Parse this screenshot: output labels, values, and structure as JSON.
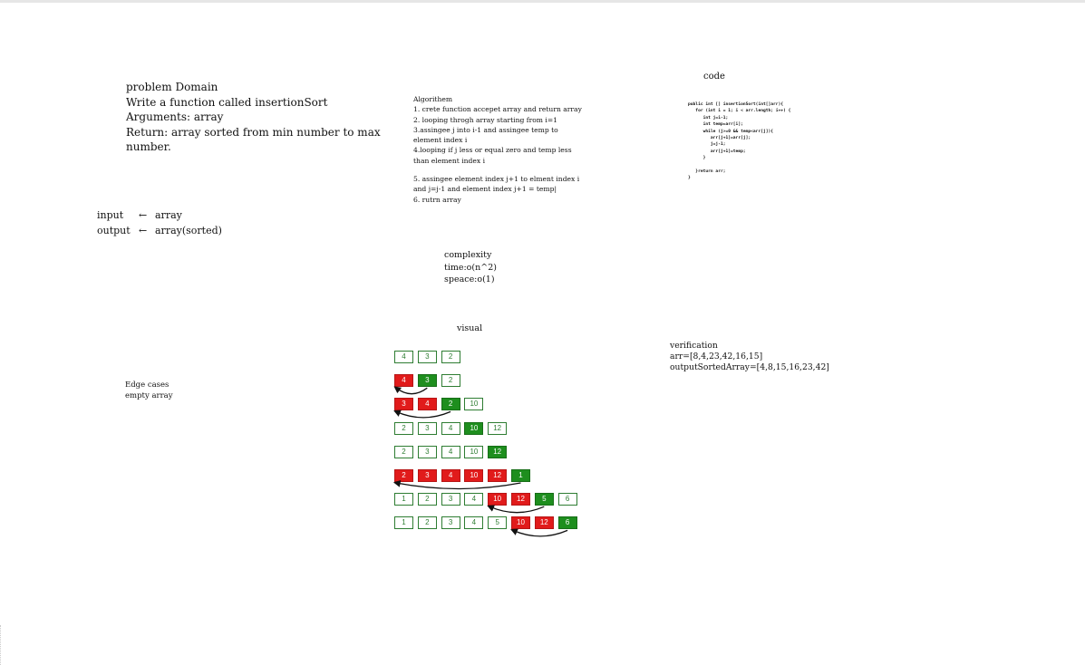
{
  "problem": {
    "title": "problem Domain",
    "task": "Write a function called insertionSort",
    "arguments": "Arguments: array",
    "returns": "Return: array sorted from min number to max number."
  },
  "io": {
    "input_label": "input",
    "input_value": "array",
    "output_label": "output",
    "output_value": "array(sorted)",
    "arrow": "←"
  },
  "algorithm": {
    "title": "Algorithem",
    "steps": [
      "1. crete function accepet array and return array",
      "2. looping throgh array starting from i=1",
      "3.assingee j into i-1 and assingee temp to",
      "element index i",
      "4.looping if j less or equal zero and temp less",
      "than element index i",
      "",
      "5. assingee element index j+1 to elment index i",
      "and j=j-1 and element index j+1 = temp|",
      "6. rutrn array"
    ]
  },
  "code": {
    "title": "code",
    "lines": [
      "public int [] insertionSort(int[]arr){",
      "   for (int i = 1; i < arr.length; i++) {",
      "      int j=i-1;",
      "      int temp=arr[i];",
      "      while (j>=0 && temp<arr[j]){",
      "         arr[j+1]=arr[j];",
      "         j=j-1;",
      "         arr[j+1]=temp;",
      "      }",
      "",
      "   }return arr;",
      "}"
    ]
  },
  "complexity": {
    "title": "complexity",
    "time": "time:o(n^2)",
    "space": "speace:o(1)"
  },
  "visual": {
    "title": "visual",
    "colors": {
      "red": "#e11b1b",
      "green": "#1e8e1e",
      "outline": "#2e7d32"
    },
    "rows": [
      [
        {
          "v": "4",
          "c": "white"
        },
        {
          "v": "3",
          "c": "white"
        },
        {
          "v": "2",
          "c": "white"
        }
      ],
      [
        {
          "v": "4",
          "c": "red"
        },
        {
          "v": "3",
          "c": "green"
        },
        {
          "v": "2",
          "c": "white"
        }
      ],
      [
        {
          "v": "3",
          "c": "red"
        },
        {
          "v": "4",
          "c": "red"
        },
        {
          "v": "2",
          "c": "green"
        },
        {
          "v": "10",
          "c": "white"
        }
      ],
      [
        {
          "v": "2",
          "c": "white"
        },
        {
          "v": "3",
          "c": "white"
        },
        {
          "v": "4",
          "c": "white"
        },
        {
          "v": "10",
          "c": "green"
        },
        {
          "v": "12",
          "c": "white"
        }
      ],
      [
        {
          "v": "2",
          "c": "white"
        },
        {
          "v": "3",
          "c": "white"
        },
        {
          "v": "4",
          "c": "white"
        },
        {
          "v": "10",
          "c": "white"
        },
        {
          "v": "12",
          "c": "green"
        }
      ],
      [
        {
          "v": "2",
          "c": "red"
        },
        {
          "v": "3",
          "c": "red"
        },
        {
          "v": "4",
          "c": "red"
        },
        {
          "v": "10",
          "c": "red"
        },
        {
          "v": "12",
          "c": "red"
        },
        {
          "v": "1",
          "c": "green"
        }
      ],
      [
        {
          "v": "1",
          "c": "white"
        },
        {
          "v": "2",
          "c": "white"
        },
        {
          "v": "3",
          "c": "white"
        },
        {
          "v": "4",
          "c": "white"
        },
        {
          "v": "10",
          "c": "red"
        },
        {
          "v": "12",
          "c": "red"
        },
        {
          "v": "5",
          "c": "green"
        },
        {
          "v": "6",
          "c": "white"
        }
      ],
      [
        {
          "v": "1",
          "c": "white"
        },
        {
          "v": "2",
          "c": "white"
        },
        {
          "v": "3",
          "c": "white"
        },
        {
          "v": "4",
          "c": "white"
        },
        {
          "v": "5",
          "c": "white"
        },
        {
          "v": "10",
          "c": "red"
        },
        {
          "v": "12",
          "c": "red"
        },
        {
          "v": "6",
          "c": "green"
        }
      ]
    ],
    "arrows": [
      {
        "row": 1,
        "from_col": 1,
        "to_col": 0
      },
      {
        "row": 2,
        "from_col": 2,
        "to_col": 0
      },
      {
        "row": 5,
        "from_col": 5,
        "to_col": 0
      },
      {
        "row": 6,
        "from_col": 6,
        "to_col": 4
      },
      {
        "row": 7,
        "from_col": 7,
        "to_col": 5
      }
    ]
  },
  "verification": {
    "title": "verification",
    "input": "arr=[8,4,23,42,16,15]",
    "output": "outputSortedArray=[4,8,15,16,23,42]"
  },
  "edge": {
    "title": "Edge cases",
    "case": "empty array"
  }
}
